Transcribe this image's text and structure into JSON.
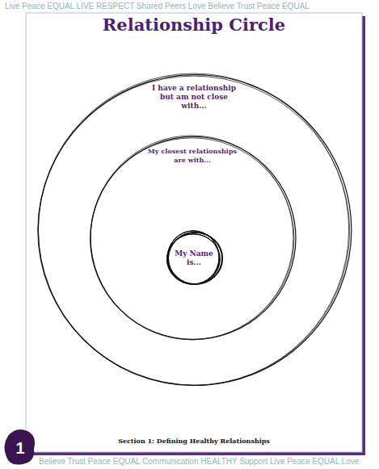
{
  "diagram": {
    "title": "Relationship Circle",
    "caption": "Section 1: Defining Healthy Relationships",
    "nodes": [
      {
        "text": [
          "I have a relationship but am not close with..."
        ]
      },
      {
        "text": [
          "My closest relationships are with..."
        ],
        "in": 0
      },
      {
        "text": [
          "My Name is..."
        ],
        "in": 1
      }
    ],
    "labels": [
      "Live Peace EQUAL LIVE RESPECT Shared Peers Love Believe Trust Peace EQUAL",
      "Believe Trust Peace EQUAL Communication HEALTHY Support Live Peace EQUAL Love",
      "1"
    ]
  }
}
